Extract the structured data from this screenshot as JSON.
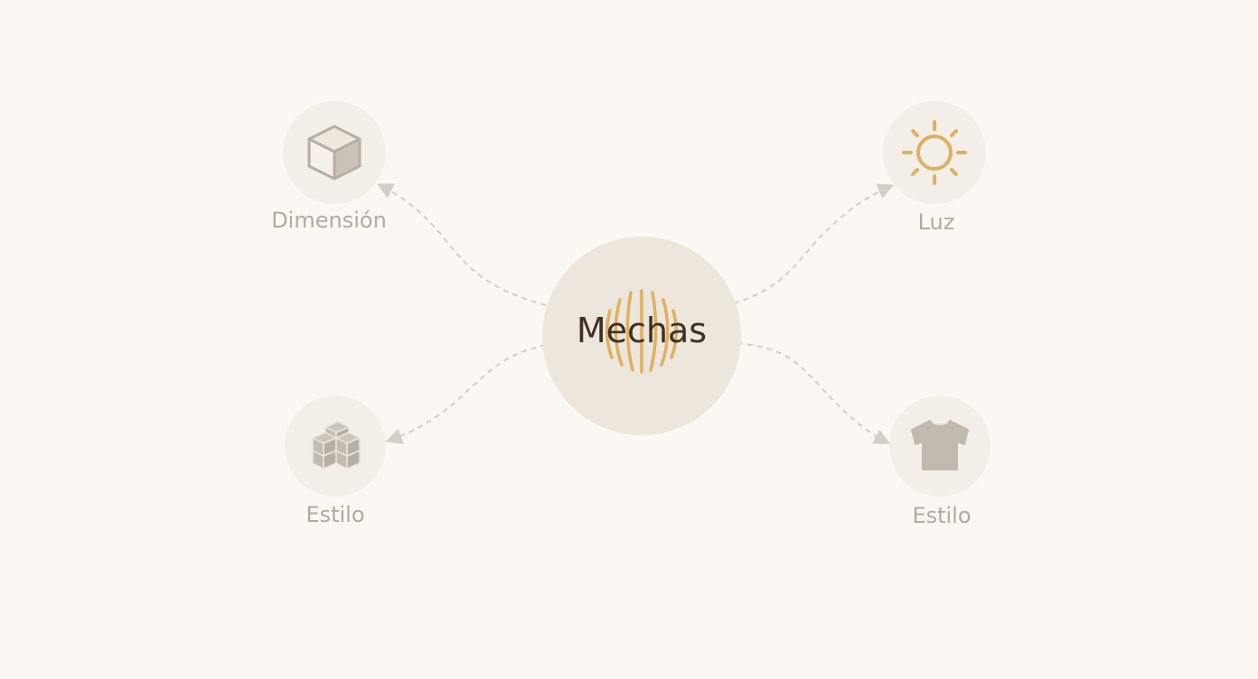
{
  "diagram": {
    "center": {
      "label": "Mechas",
      "icon": "hair-strands-icon"
    },
    "nodes": [
      {
        "id": "top-left",
        "label": "Dimensión",
        "icon": "cube-icon"
      },
      {
        "id": "top-right",
        "label": "Luz",
        "icon": "sun-icon"
      },
      {
        "id": "bottom-left",
        "label": "Estilo",
        "icon": "blocks-icon"
      },
      {
        "id": "bottom-right",
        "label": "Estilo",
        "icon": "tshirt-icon"
      }
    ]
  },
  "colors": {
    "background": "#fbf8f3",
    "center_disc": "#ece6dc",
    "icon_disc": "#f3efe8",
    "accent": "#e0b060",
    "muted_icon": "#b7aea4",
    "label_text": "#b0aaa1",
    "center_text": "#3d3126",
    "connector": "#d3cec7"
  }
}
